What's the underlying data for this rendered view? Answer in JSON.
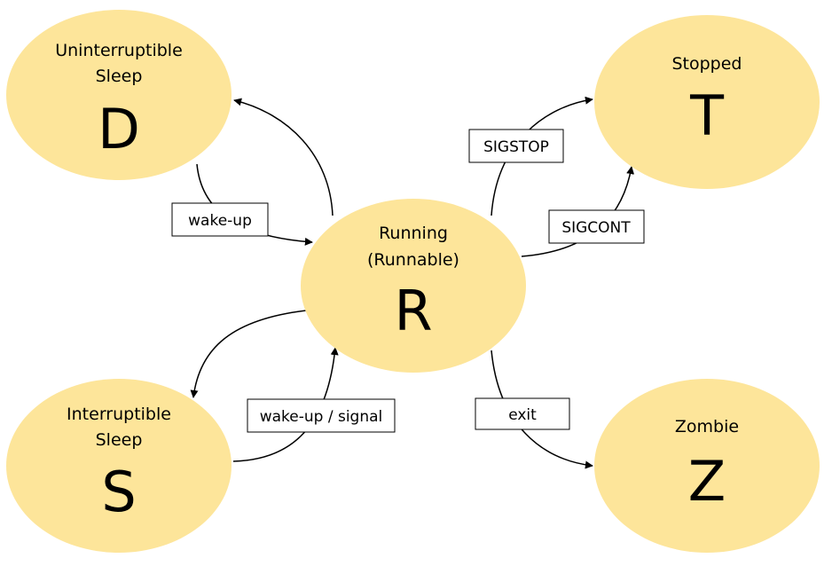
{
  "colors": {
    "state_fill": "#fde59a",
    "edge": "#000000",
    "label_box_fill": "#ffffff"
  },
  "states": {
    "d": {
      "name_line1": "Uninterruptible",
      "name_line2": "Sleep",
      "letter": "D"
    },
    "t": {
      "name_line1": "Stopped",
      "letter": "T"
    },
    "r": {
      "name_line1": "Running",
      "name_line2": "(Runnable)",
      "letter": "R"
    },
    "s": {
      "name_line1": "Interruptible",
      "name_line2": "Sleep",
      "letter": "S"
    },
    "z": {
      "name_line1": "Zombie",
      "letter": "Z"
    }
  },
  "transitions": {
    "d_to_r": "wake-up",
    "r_to_t": "SIGSTOP",
    "t_to_r": "SIGCONT",
    "s_to_r": "wake-up / signal",
    "r_to_z": "exit"
  }
}
